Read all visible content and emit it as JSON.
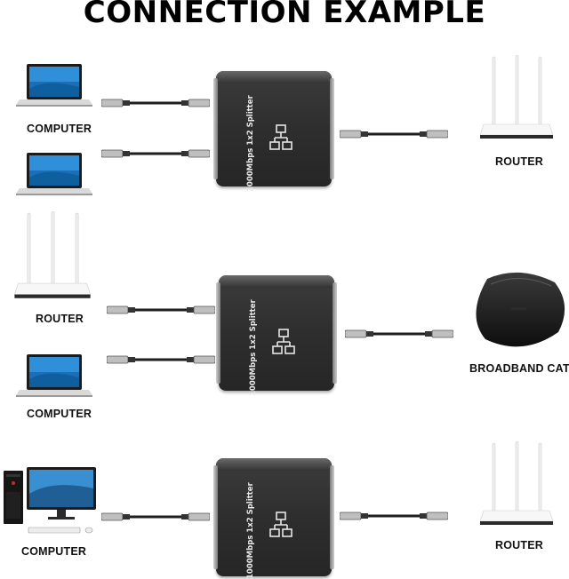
{
  "title": "CONNECTION EXAMPLE",
  "device_text": "1000Mbps 1x2 Splitter",
  "labels": {
    "row1_computer": "COMPUTER",
    "row1_router": "ROUTER",
    "row2_router": "ROUTER",
    "row2_broadband": "BROADBAND CAT",
    "row2_computer": "COMPUTER",
    "row3_computer": "COMPUTER",
    "row3_router": "ROUTER"
  },
  "icons": [
    "laptop-icon",
    "router-icon",
    "splitter-device",
    "ethernet-cable",
    "modem-icon",
    "desktop-pc-icon"
  ]
}
